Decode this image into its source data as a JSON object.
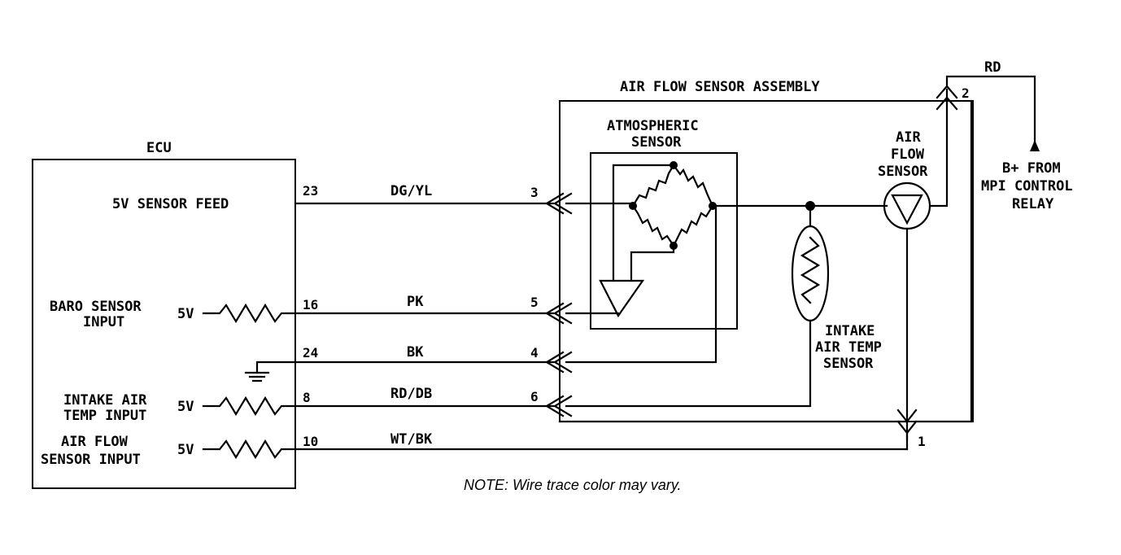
{
  "title": "AIR FLOW SENSOR ASSEMBLY",
  "ecu": {
    "label": "ECU",
    "sensor_feed": "5V SENSOR FEED",
    "baro_line1": "BARO SENSOR",
    "baro_line2": "INPUT",
    "iat_line1": "INTAKE AIR",
    "iat_line2": "TEMP INPUT",
    "afs_line1": "AIR FLOW",
    "afs_line2": "SENSOR INPUT",
    "five_v": "5V"
  },
  "wires": [
    {
      "ecu_pin": "23",
      "color": "DG/YL",
      "sensor_pin": "3"
    },
    {
      "ecu_pin": "16",
      "color": "PK",
      "sensor_pin": "5"
    },
    {
      "ecu_pin": "24",
      "color": "BK",
      "sensor_pin": "4"
    },
    {
      "ecu_pin": "8",
      "color": "RD/DB",
      "sensor_pin": "6"
    },
    {
      "ecu_pin": "10",
      "color": "WT/BK",
      "sensor_pin": "1"
    }
  ],
  "atmo": {
    "line1": "ATMOSPHERIC",
    "line2": "SENSOR"
  },
  "afs": {
    "line1": "AIR",
    "line2": "FLOW",
    "line3": "SENSOR"
  },
  "iat": {
    "line1": "INTAKE",
    "line2": "AIR TEMP",
    "line3": "SENSOR"
  },
  "relay": {
    "wire_color": "RD",
    "pin": "2",
    "line1": "B+ FROM",
    "line2": "MPI CONTROL",
    "line3": "RELAY"
  },
  "note": "NOTE: Wire trace color may vary."
}
